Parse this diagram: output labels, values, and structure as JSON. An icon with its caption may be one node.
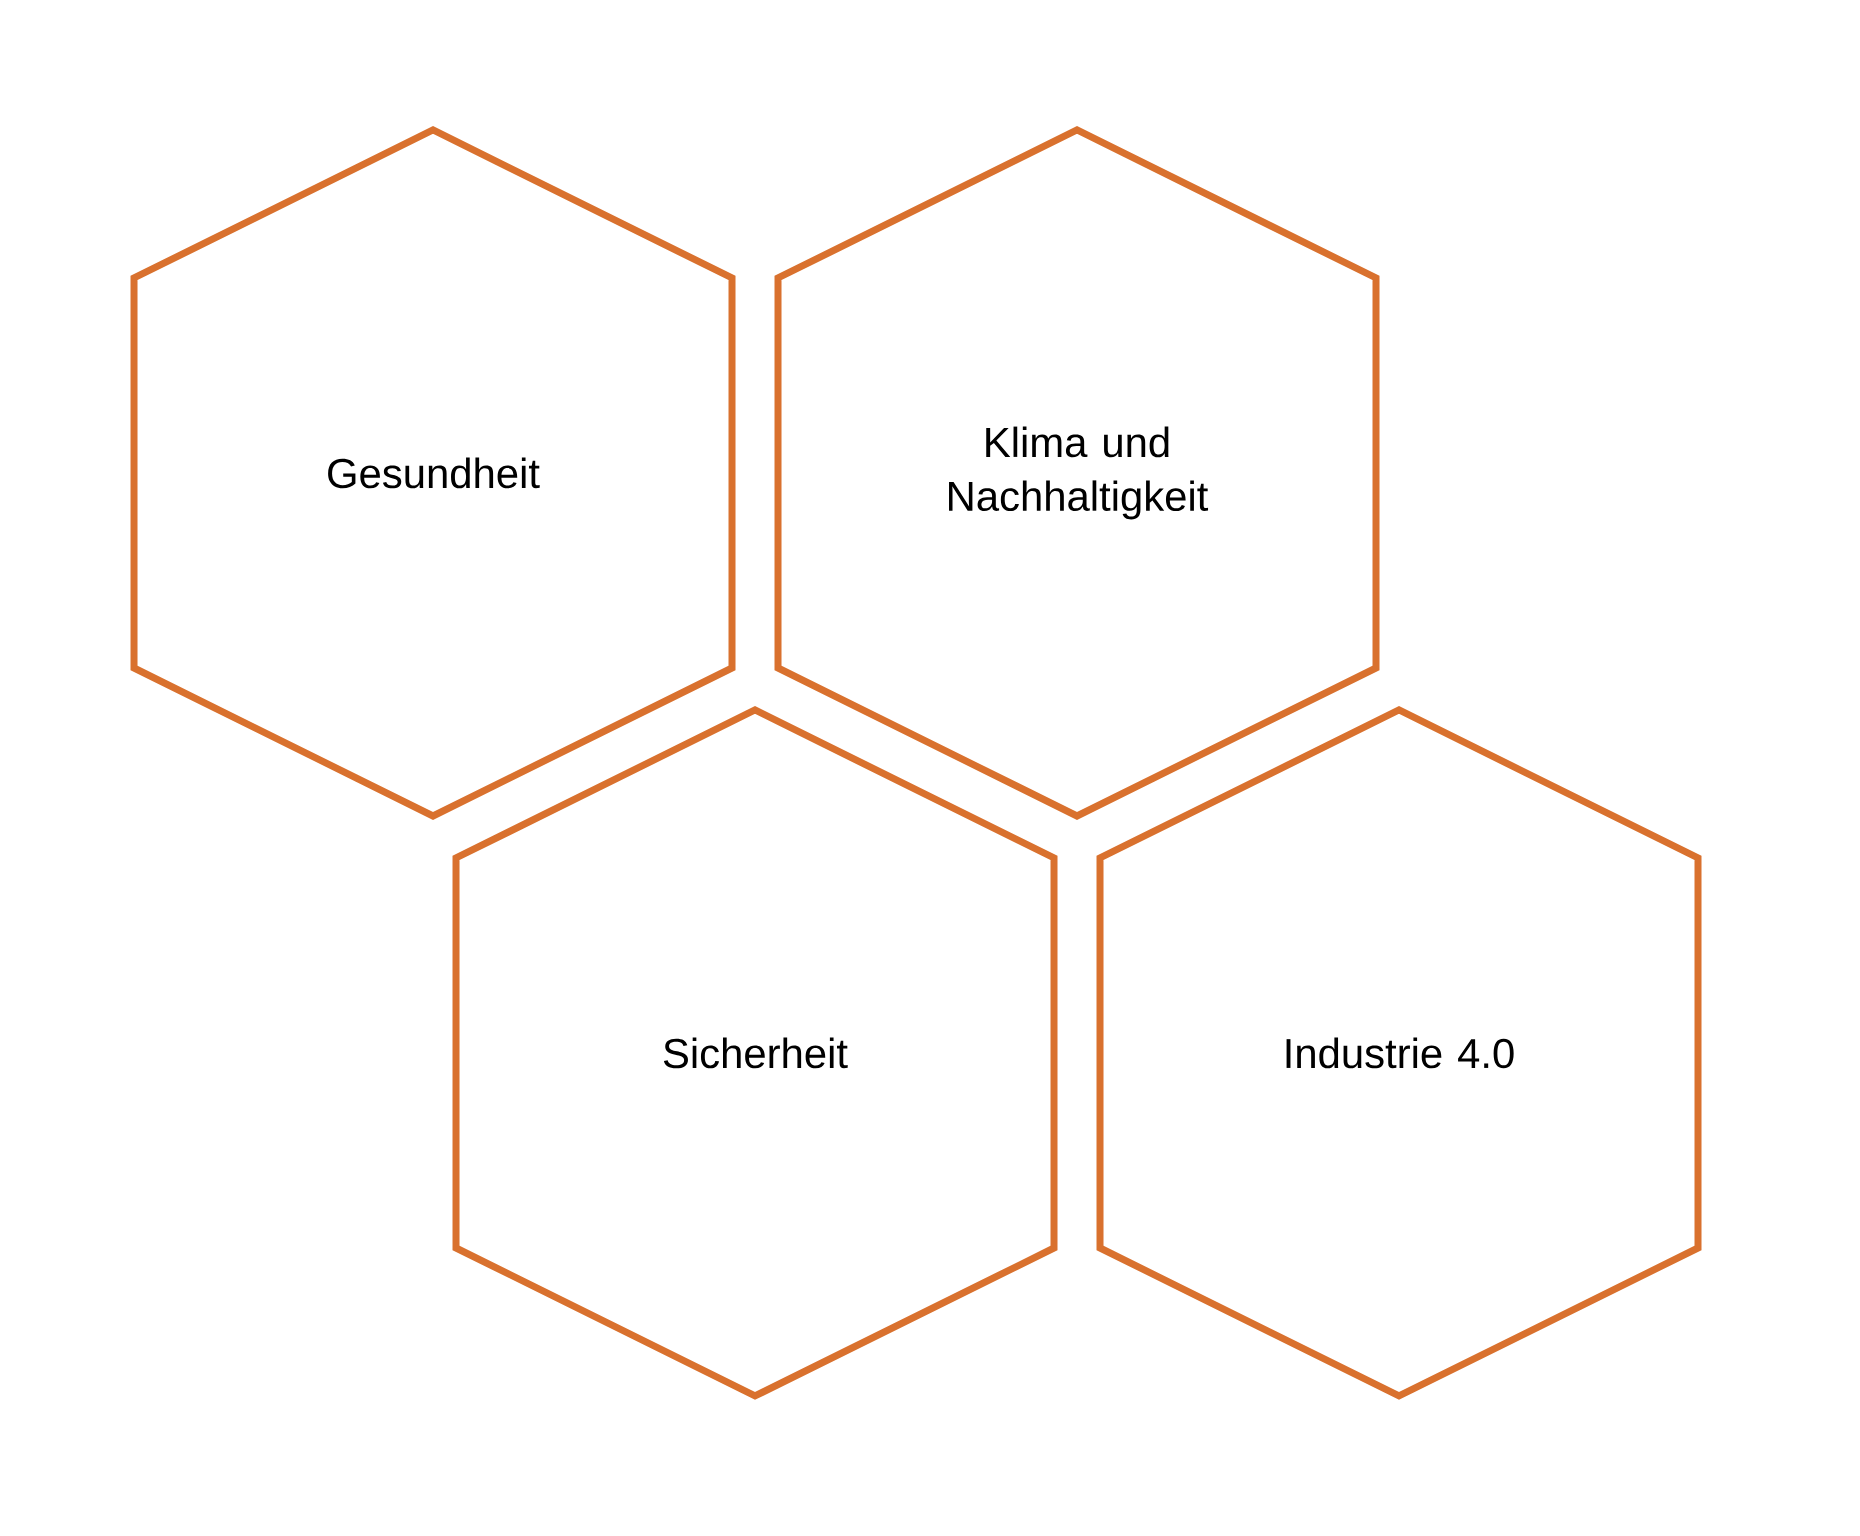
{
  "diagram": {
    "nodes": [
      {
        "text": [
          "Gesundheit"
        ]
      },
      {
        "text": [
          "Klima und Nachhaltigkeit"
        ]
      },
      {
        "text": [
          "Sicherheit"
        ]
      },
      {
        "text": [
          "Industrie 4.0"
        ]
      }
    ]
  }
}
